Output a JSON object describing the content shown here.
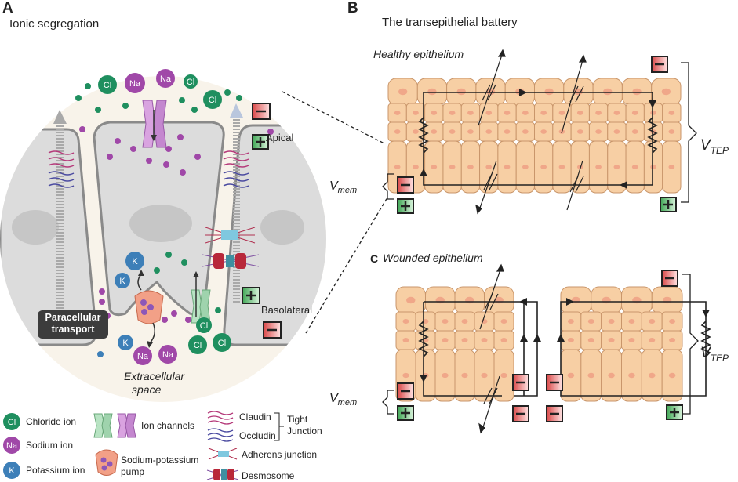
{
  "panelA": {
    "letter": "A",
    "title": "Ionic segregation",
    "apical": "Apical",
    "basolateral": "Basolateral",
    "paracellular": [
      "Paracellular",
      "transport"
    ],
    "extracellular": [
      "Extracellular",
      "space"
    ],
    "ion_cl": "Cl",
    "ion_na": "Na",
    "ion_k": "K"
  },
  "panelB": {
    "letter": "B",
    "title": "The transepithelial battery",
    "subtitle": "Healthy epithelium",
    "vmem_base": "V",
    "vmem_sub": "mem",
    "vtep_base": "V",
    "vtep_sub": "TEP"
  },
  "panelC": {
    "letter": "C",
    "subtitle": "Wounded epithelium",
    "vmem_base": "V",
    "vmem_sub": "mem",
    "vtep_base": "V",
    "vtep_sub": "TEP"
  },
  "legend": {
    "chloride": "Chloride ion",
    "sodium": "Sodium ion",
    "potassium": "Potassium ion",
    "channels": "Ion channels",
    "pump": [
      "Sodium-potassium",
      "pump"
    ],
    "claudin": "Claudin",
    "occludin": "Occludin",
    "tight": [
      "Tight",
      "Junction"
    ],
    "adherens": "Adherens junction",
    "desmosome": "Desmosome"
  },
  "colors": {
    "chloride": "#1f8f5f",
    "sodium": "#a048a8",
    "potassium": "#3d7fb8",
    "cell": "#f7cfa4",
    "cell_stroke": "#c9966b",
    "nucleus": "#f0a789",
    "negative": "#e06868",
    "positive": "#5bb86a"
  }
}
